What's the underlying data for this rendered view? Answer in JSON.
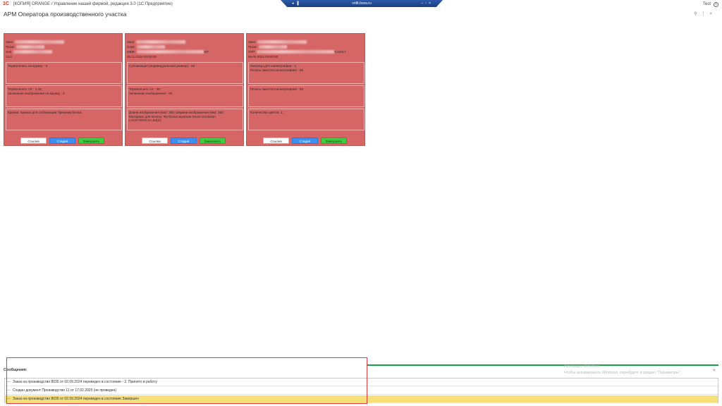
{
  "window": {
    "title": "[КОПИЯ] ORANGE / Управление нашей фирмой, редакция 3.0  (1С:Предприятие)",
    "user": "Test",
    "remote_bar_label": "vn8t.boxa.ru"
  },
  "header": {
    "title": "АРМ Оператора производственного участка"
  },
  "cards": [
    {
      "meta": [
        "Зака",
        "Пром",
        "Анн",
        "13.0"
      ],
      "boxes": [
        "Термопечать на кружку - 5",
        "Термопечать А3 - 1,26;\nЗапекание изображения на кружку - 5",
        "Кружка: Кружка для сублимации Премиум,белая;"
      ]
    },
    {
      "meta": [
        "Зака",
        "Серв",
        "ОБЖ",
        "26.11.2024 00:00:00"
      ],
      "meta_suffix": "ЖТ",
      "boxes": [
        "Сублимация (индивидуальный размер) - 63",
        "Термопечать А3 - 36;\nЗапекание изображения - 60",
        "Длина изображения (мм): 350; Ширина изображения (мм): 350;\nМатериал для печати: Футболка мужская Seven Evolution LUCKYBOX.XA.5d(S);"
      ]
    },
    {
      "meta": [
        "Зака",
        "Пром",
        "УПР",
        "06.06.2024 00:00:00"
      ],
      "meta_suffix": "N.UN17",
      "boxes": [
        "Матрица для шелкографии - 1;\nПечать пакетов шелкографией - 65",
        "Печать пакетов шелкографией - 65",
        "Количество цветов: 1;"
      ]
    }
  ],
  "buttons": {
    "link": "Ссылка",
    "stage": "Стадия",
    "finish": "Завершить"
  },
  "messages": {
    "title": "Сообщения:",
    "watermark_line1": "Активация Windows",
    "watermark_line2": "Чтобы активировать Windows, перейдите в раздел \"Параметры\".",
    "items": [
      "Заказ на производство 8035 от 02.09.2024 переведен в состояние - 2. Принято в работу",
      "Создан документ Производство 11 от 17.02.2025 (не проведен)",
      "Заказ на производство 8035 от 02.09.2024 переведен в состояние Завершен"
    ],
    "close_glyph": "×"
  }
}
